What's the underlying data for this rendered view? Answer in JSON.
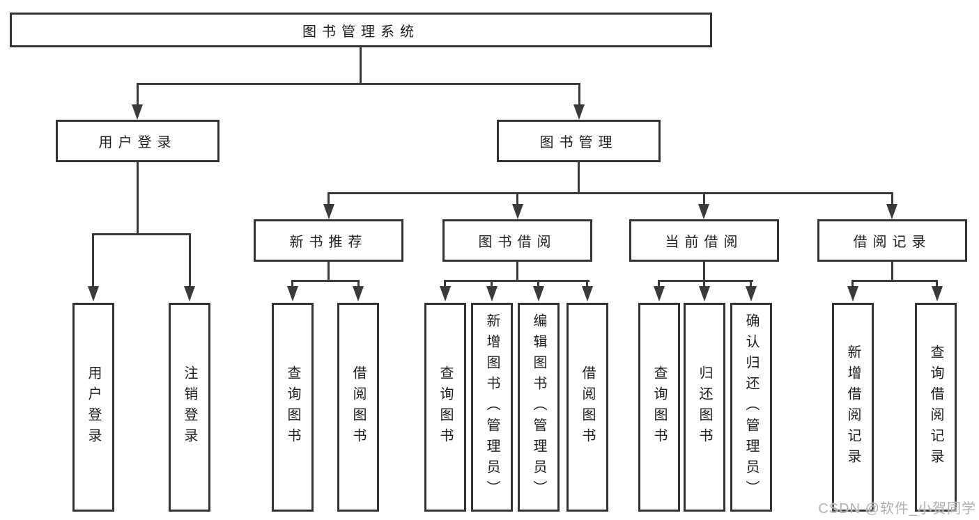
{
  "tree": {
    "label": "图书管理系统",
    "children": [
      {
        "label": "用户登录",
        "children": [
          {
            "label": "用户登录"
          },
          {
            "label": "注销登录"
          }
        ]
      },
      {
        "label": "图书管理",
        "children": [
          {
            "label": "新书推荐",
            "children": [
              {
                "label": "查询图书"
              },
              {
                "label": "借阅图书"
              }
            ]
          },
          {
            "label": "图书借阅",
            "children": [
              {
                "label": "查询图书"
              },
              {
                "label": "新增图书（管理员）"
              },
              {
                "label": "编辑图书（管理员）"
              },
              {
                "label": "借阅图书"
              }
            ]
          },
          {
            "label": "当前借阅",
            "children": [
              {
                "label": "查询图书"
              },
              {
                "label": "归还图书"
              },
              {
                "label": "确认归还（管理员）"
              }
            ]
          },
          {
            "label": "借阅记录",
            "children": [
              {
                "label": "新增借阅记录"
              },
              {
                "label": "查询借阅记录"
              }
            ]
          }
        ]
      }
    ]
  },
  "watermark": "CSDN @软件_小贺同学",
  "colors": {
    "line": "#3a3a3a",
    "border": "#333333",
    "text": "#1e1e1e",
    "watermark_text": "#b0b0b0",
    "background": "#ffffff"
  }
}
